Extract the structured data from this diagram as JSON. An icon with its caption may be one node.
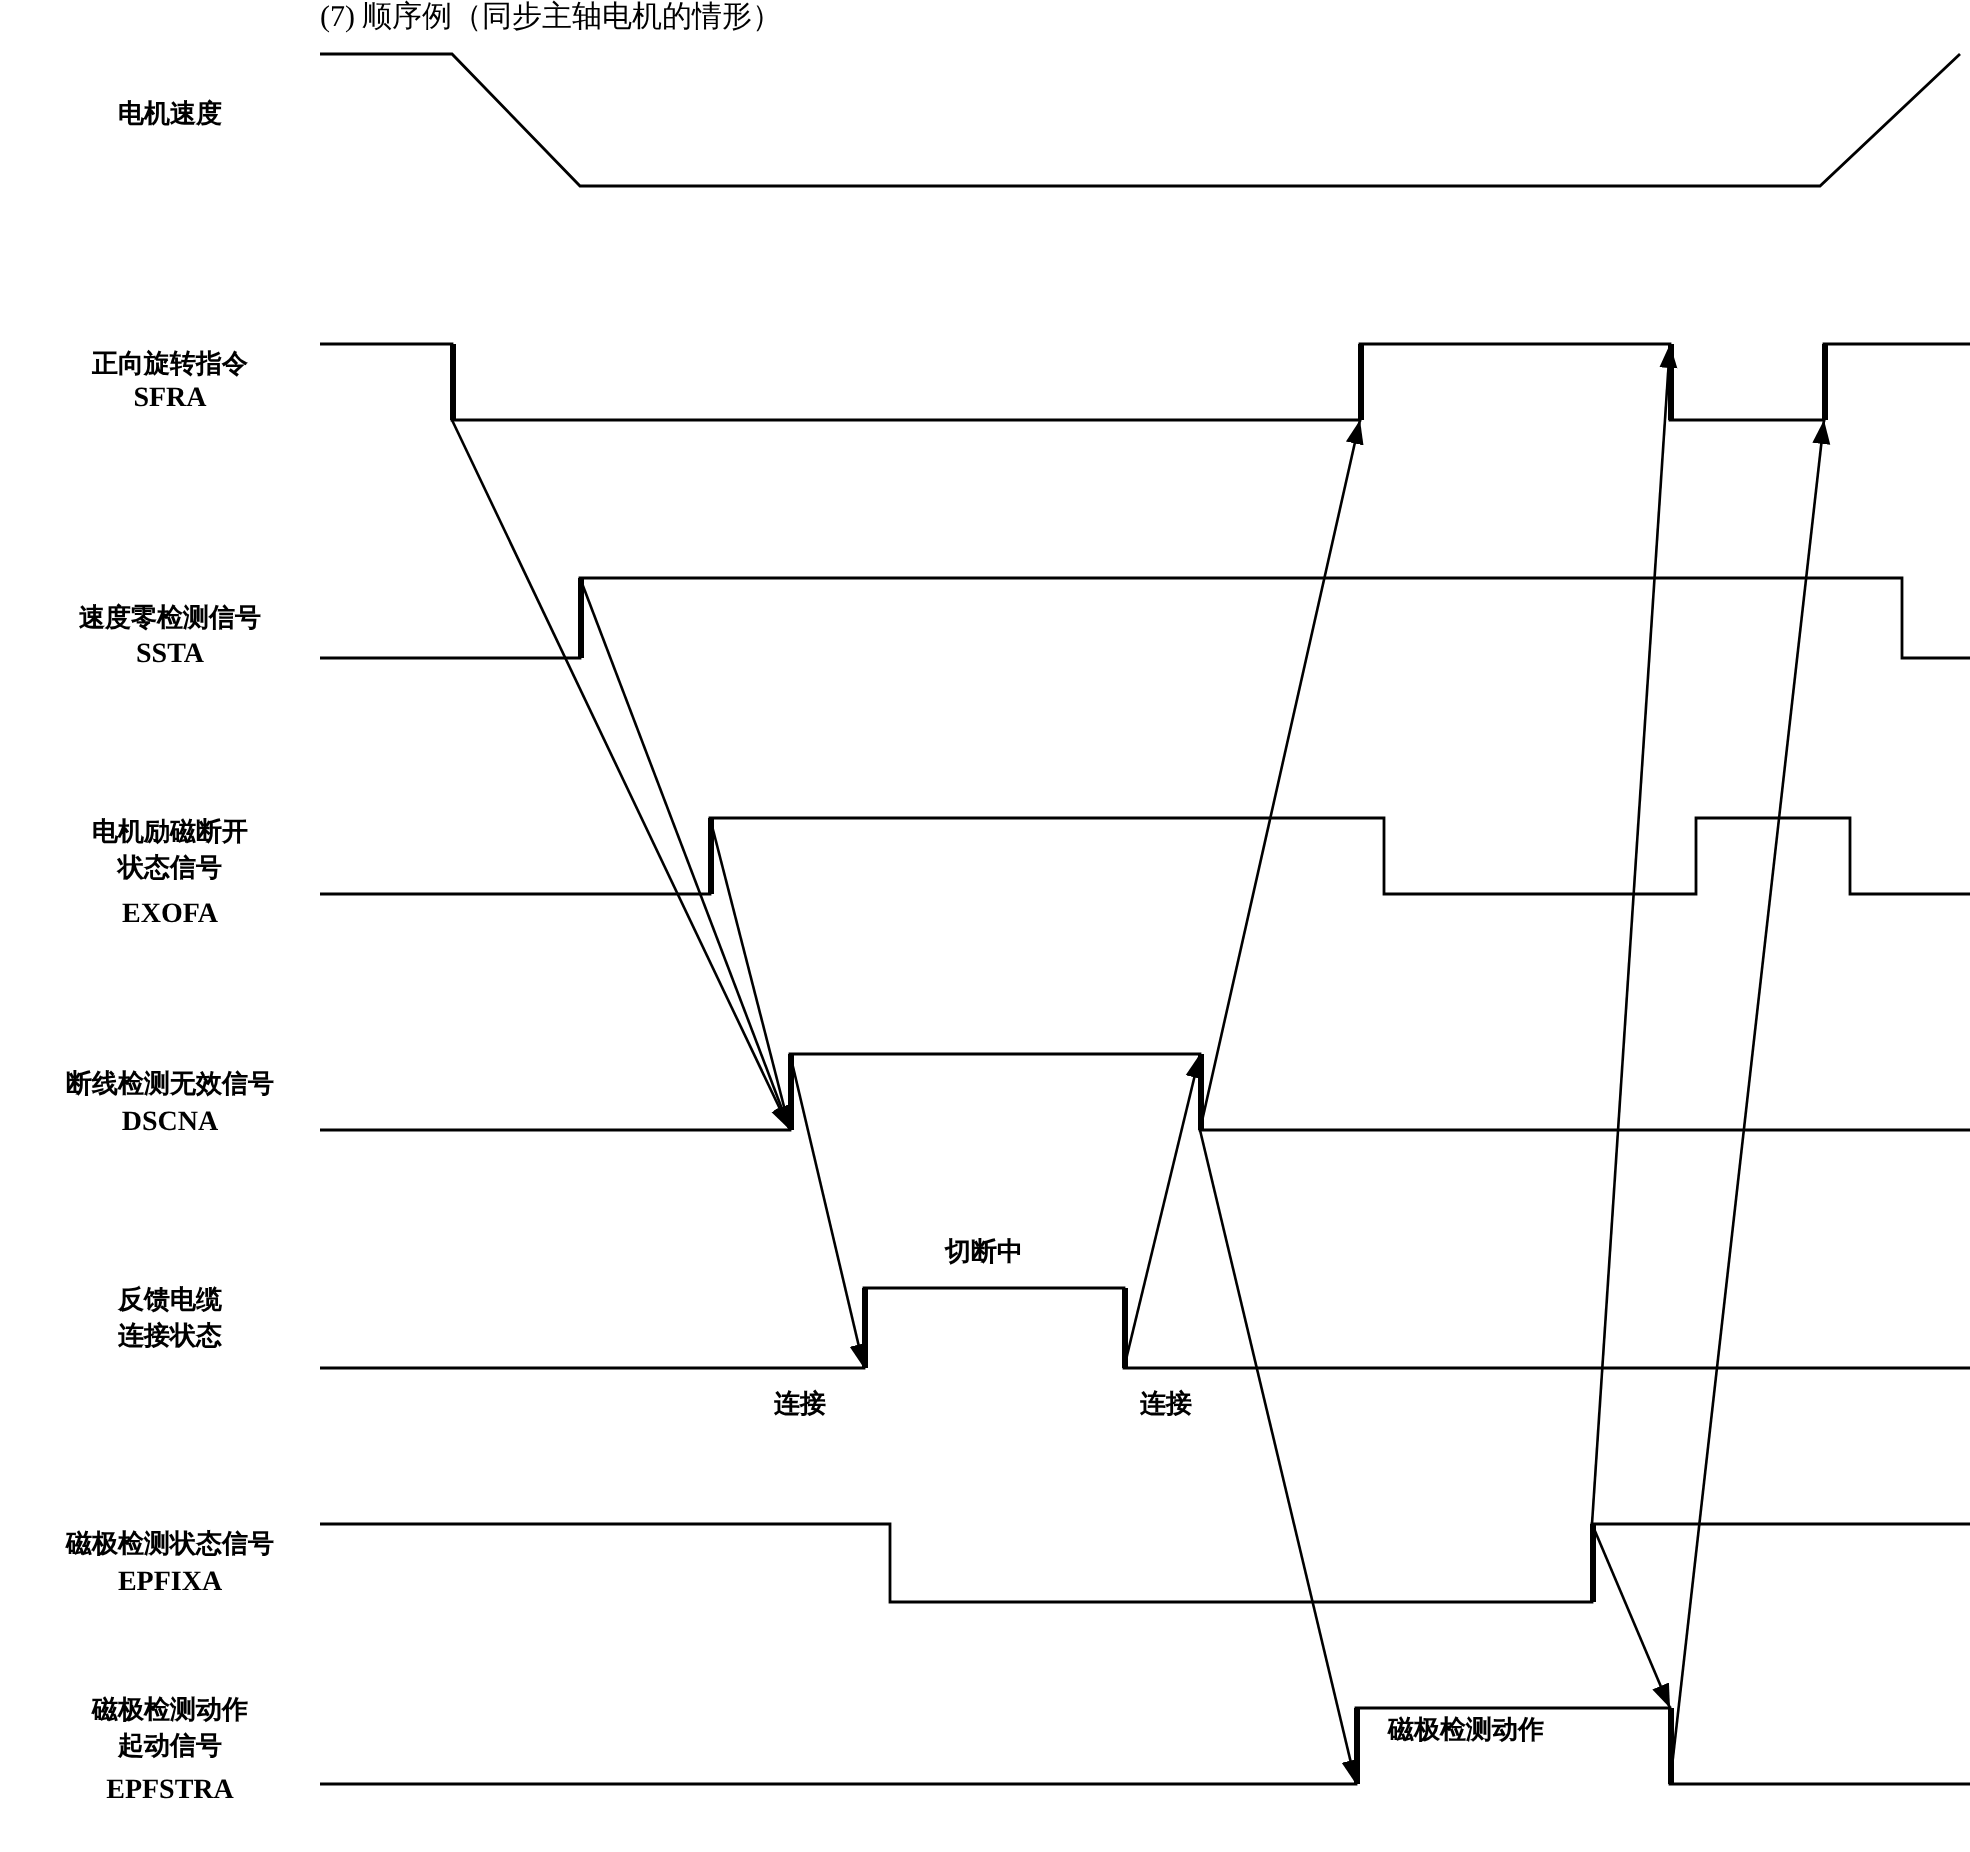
{
  "diagram": {
    "title": "(7) 顺序例（同步主轴电机的情形）",
    "nodes": [
      {
        "text": [],
        "shape": "step"
      },
      {
        "text": [],
        "shape": "step"
      },
      {
        "text": [],
        "shape": "step"
      },
      {
        "text": [],
        "shape": "step"
      },
      {
        "text": [],
        "shape": "step"
      },
      {
        "text": [],
        "shape": "step"
      },
      {
        "text": [],
        "shape": "step"
      },
      {
        "text": [],
        "shape": "step"
      },
      {
        "text": [],
        "shape": "step"
      },
      {
        "text": [],
        "shape": "step"
      },
      {
        "text": [],
        "shape": "step"
      },
      {
        "text": [],
        "shape": "step"
      },
      {
        "text": [],
        "shape": "step"
      }
    ],
    "edges": [
      {
        "from": 0,
        "to": 6,
        "arrow": "to"
      },
      {
        "from": 4,
        "to": 6,
        "arrow": "to"
      },
      {
        "from": 5,
        "to": 6,
        "arrow": "to"
      },
      {
        "from": 6,
        "to": 8,
        "arrow": "to"
      },
      {
        "from": 9,
        "to": 7,
        "arrow": "to"
      },
      {
        "from": 7,
        "to": 1,
        "arrow": "to"
      },
      {
        "from": 7,
        "to": 11,
        "arrow": "to"
      },
      {
        "from": 10,
        "to": 2,
        "arrow": "to"
      },
      {
        "from": 10,
        "to": 12,
        "arrow": "to"
      },
      {
        "from": 12,
        "to": 3,
        "arrow": "to"
      }
    ],
    "labels": [
      "电机速度",
      "正向旋转指令",
      "SFRA",
      "速度零检测信号",
      "SSTA",
      "电机励磁断开状态信号",
      "EXOFA",
      "断线检测无效信号",
      "DSCNA",
      "切断中",
      "反馈电缆连接状态",
      "连接",
      "连接",
      "磁极检测状态信号",
      "EPFIXA",
      "磁极检测动作",
      "磁极检测动作起动信号",
      "EPFSTRA"
    ]
  }
}
